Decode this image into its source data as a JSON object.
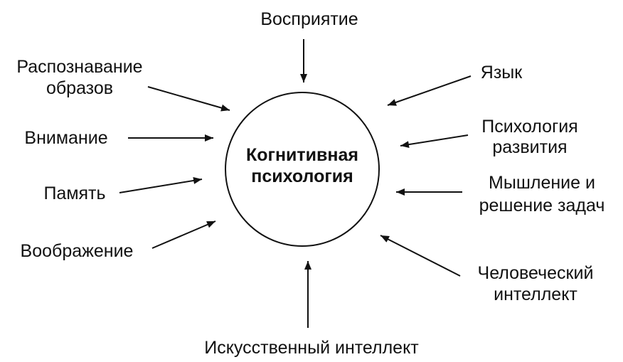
{
  "center": {
    "line1": "Когнитивная",
    "line2": "психология"
  },
  "topics": {
    "perception": "Восприятие",
    "pattern_recognition_1": "Распознавание",
    "pattern_recognition_2": "образов",
    "attention": "Внимание",
    "memory": "Память",
    "imagination": "Воображение",
    "ai": "Искусственный интеллект",
    "language": "Язык",
    "dev_psych_1": "Психология",
    "dev_psych_2": "развития",
    "thinking_1": "Мышление и",
    "thinking_2": "решение задач",
    "human_intel_1": "Человеческий",
    "human_intel_2": "интеллект"
  },
  "colors": {
    "ink": "#111111",
    "background": "#ffffff"
  }
}
